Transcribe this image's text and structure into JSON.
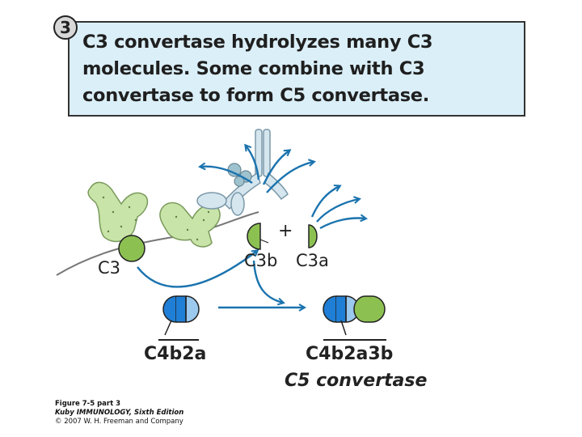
{
  "step": {
    "number": "3",
    "description": "C3 convertase hydrolyzes many C3 molecules. Some combine with C3 convertase to form C5 convertase."
  },
  "molecules": {
    "c3": "C3",
    "c3b": "C3b",
    "c3a": "C3a",
    "plus": "+",
    "c4b2a": "C4b2a",
    "c4b2a3b": "C4b2a3b",
    "c5_convertase": "C5 convertase"
  },
  "caption": {
    "figure": "Figure 7-5 part 3",
    "book": "Kuby IMMUNOLOGY, Sixth Edition",
    "copyright": "© 2007 W. H. Freeman and Company"
  },
  "colors": {
    "box_fill": "#dbeff8",
    "green": "#8cc152",
    "blue_dark": "#1f7fd6",
    "blue_light": "#9cc9ee",
    "arrow": "#1a73ae",
    "cell_fill": "#c9e4a8"
  }
}
